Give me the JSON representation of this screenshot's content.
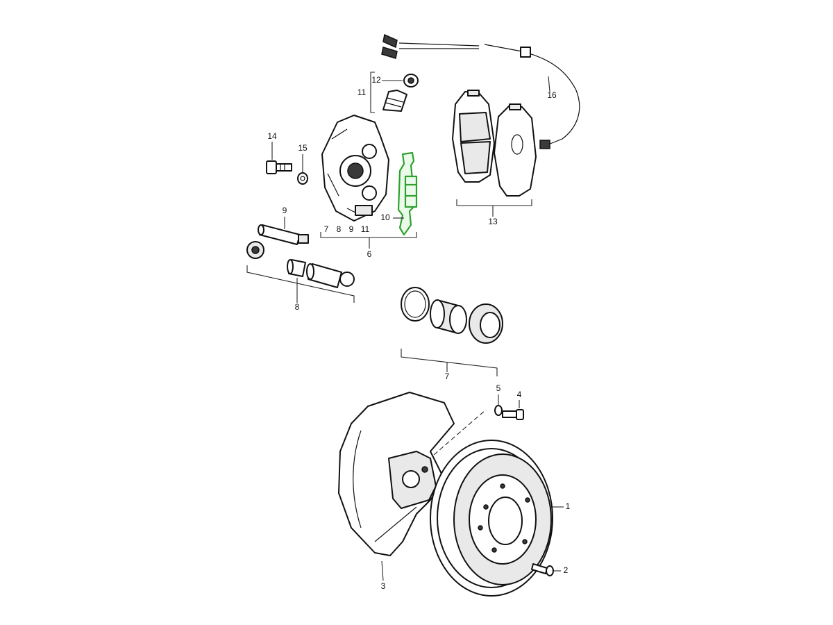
{
  "callouts": {
    "c1": "1",
    "c2": "2",
    "c3": "3",
    "c4": "4",
    "c5": "5",
    "c6": "6",
    "c7_piston": "7",
    "c8": "8",
    "c9": "9",
    "c10": "10",
    "c11": "11",
    "c12": "12",
    "c13": "13",
    "c14": "14",
    "c15": "15",
    "c16": "16",
    "sub6_7": "7",
    "sub6_8": "8",
    "sub6_9": "9",
    "sub6_11": "11"
  },
  "highlight_color": "#2fa12f",
  "highlighted_part": "10"
}
